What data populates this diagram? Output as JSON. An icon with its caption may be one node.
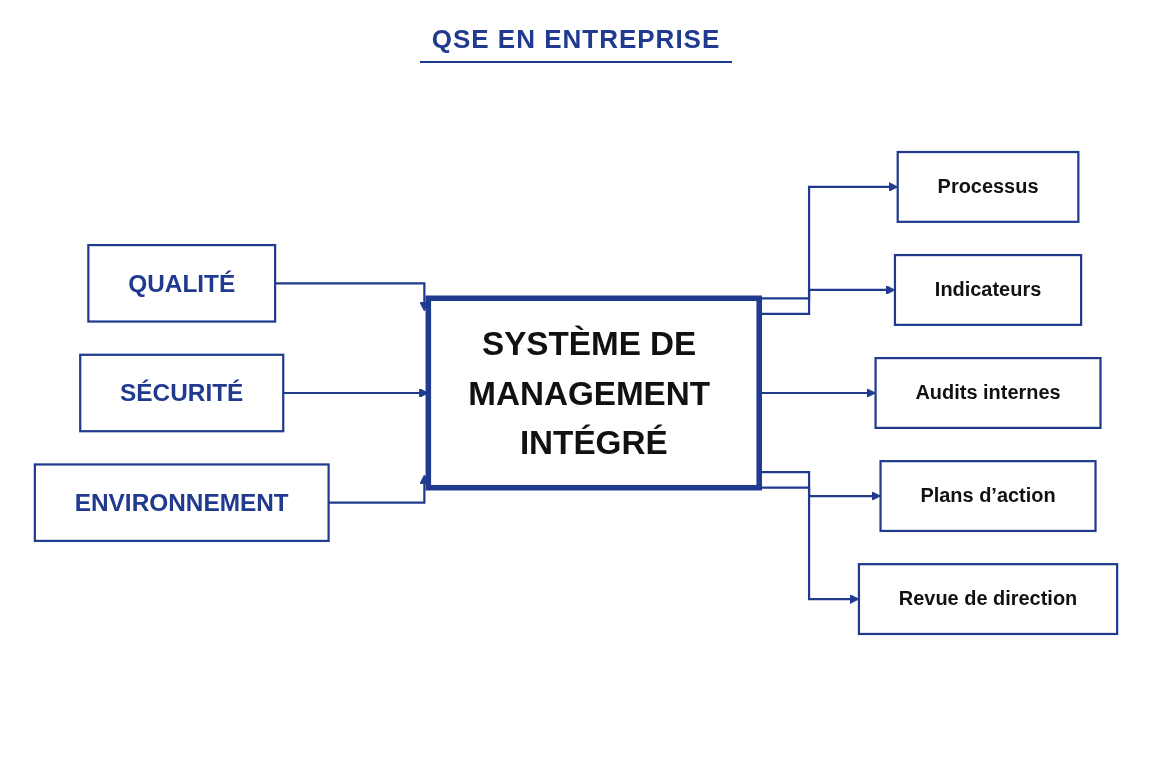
{
  "diagram": {
    "title": "QSE EN ENTREPRISE",
    "nodes": [
      {
        "text": [
          "QUALITÉ"
        ]
      },
      {
        "text": [
          "SÉCURITÉ"
        ]
      },
      {
        "text": [
          "ENVIRONNEMENT"
        ]
      },
      {
        "text": [
          "SYSTÈME DE MANAGEMENT INTÉGRÉ"
        ]
      },
      {
        "text": [
          "Processus"
        ]
      },
      {
        "text": [
          "Indicateurs"
        ]
      },
      {
        "text": [
          "Audits internes"
        ]
      },
      {
        "text": [
          "Plans d’action"
        ]
      },
      {
        "text": [
          "Revue de direction"
        ]
      }
    ],
    "edges": [
      {
        "from": 0,
        "to": 3,
        "arrow": "to"
      },
      {
        "from": 1,
        "to": 3,
        "arrow": "to"
      },
      {
        "from": 2,
        "to": 3,
        "arrow": "to"
      },
      {
        "from": 3,
        "to": 4,
        "arrow": "to"
      },
      {
        "from": 3,
        "to": 5,
        "arrow": "to"
      },
      {
        "from": 3,
        "to": 6,
        "arrow": "to"
      },
      {
        "from": 3,
        "to": 7,
        "arrow": "to"
      },
      {
        "from": 3,
        "to": 8,
        "arrow": "to"
      }
    ]
  }
}
